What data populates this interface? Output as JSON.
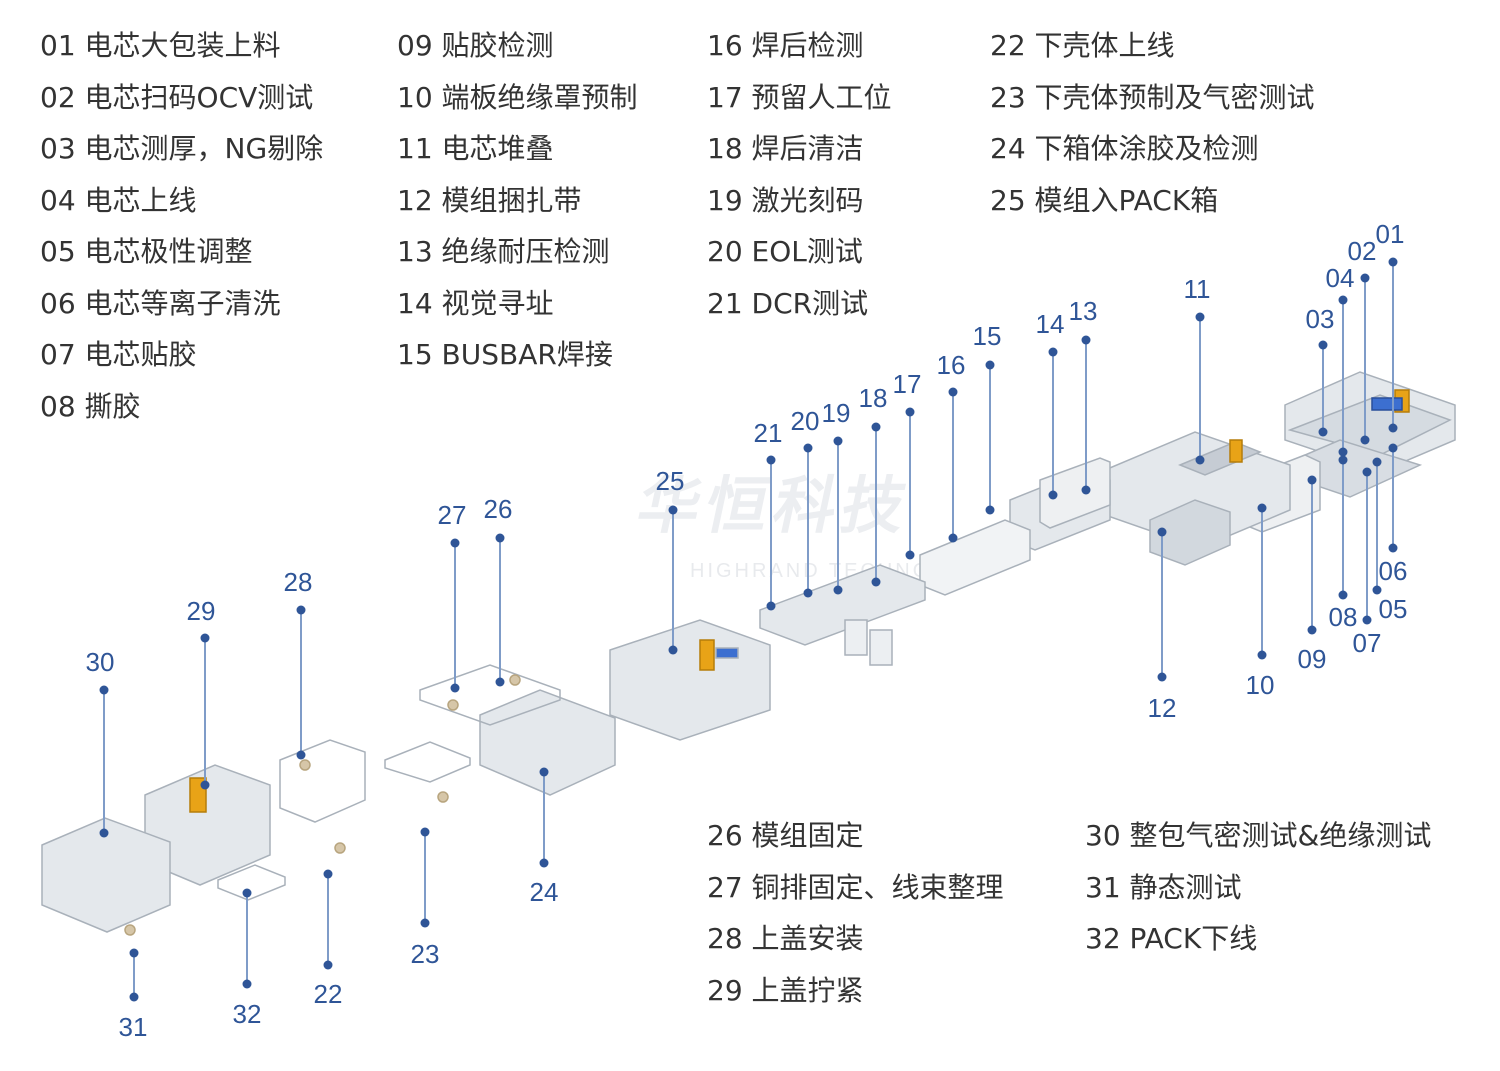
{
  "legend": {
    "col1": [
      "01 电芯大包装上料",
      "02 电芯扫码OCV测试",
      "03 电芯测厚，NG剔除",
      "04 电芯上线",
      "05 电芯极性调整",
      "06 电芯等离子清洗",
      "07 电芯贴胶",
      "08 撕胶"
    ],
    "col2": [
      "09 贴胶检测",
      "10 端板绝缘罩预制",
      "11 电芯堆叠",
      "12 模组捆扎带",
      "13 绝缘耐压检测",
      "14 视觉寻址",
      "15 BUSBAR焊接"
    ],
    "col3": [
      "16 焊后检测",
      "17 预留人工位",
      "18 焊后清洁",
      "19 激光刻码",
      "20 EOL测试",
      "21 DCR测试"
    ],
    "col4": [
      "22 下壳体上线",
      "23 下壳体预制及气密测试",
      "24 下箱体涂胶及检测",
      "25 模组入PACK箱"
    ],
    "col5": [
      "26 模组固定",
      "27 铜排固定、线束整理",
      "28 上盖安装",
      "29 上盖拧紧"
    ],
    "col6": [
      "30 整包气密测试&绝缘测试",
      "31 静态测试",
      "32 PACK下线"
    ]
  },
  "callouts": [
    "01",
    "02",
    "03",
    "04",
    "05",
    "06",
    "07",
    "08",
    "09",
    "10",
    "11",
    "12",
    "13",
    "14",
    "15",
    "16",
    "17",
    "18",
    "19",
    "20",
    "21",
    "22",
    "23",
    "24",
    "25",
    "26",
    "27",
    "28",
    "29",
    "30",
    "31",
    "32"
  ],
  "watermark": {
    "text": "华恒科技",
    "sub": "HIGHRAND TECHNOLOGY"
  },
  "colors": {
    "callout": "#2f5597",
    "leader": "#7f9cc8",
    "frame": "#b9c0c8",
    "glass": "#e4e8ec",
    "robot": "#e8a317"
  }
}
